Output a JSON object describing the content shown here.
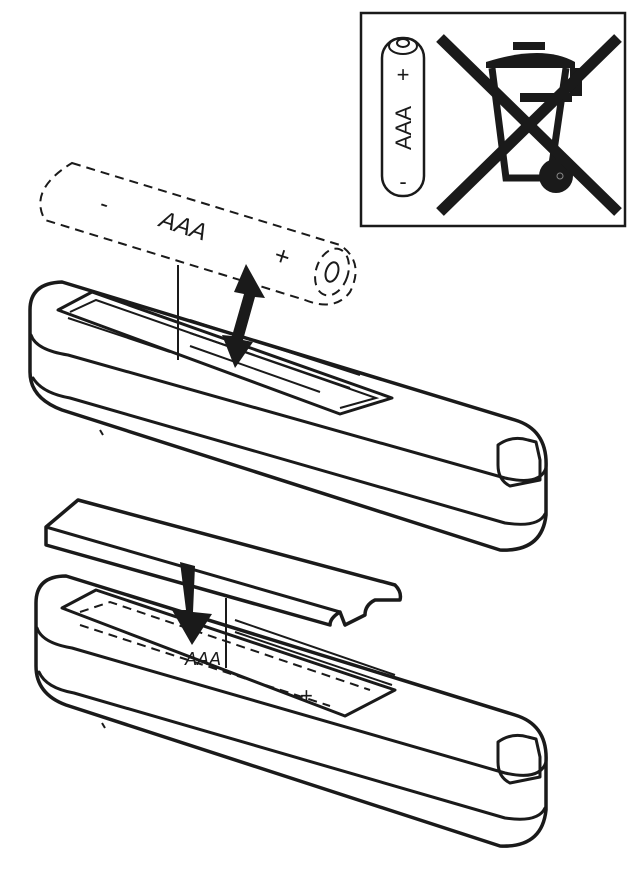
{
  "disposal_symbol": {
    "battery_type": "AAA",
    "plus": "+",
    "minus": "-"
  },
  "step1": {
    "battery_label": "AAA",
    "plus": "+",
    "minus": "-"
  },
  "step2": {
    "battery_label": "AAA",
    "plus": "+"
  },
  "colors": {
    "line": "#1a1a1a",
    "background": "#ffffff"
  }
}
